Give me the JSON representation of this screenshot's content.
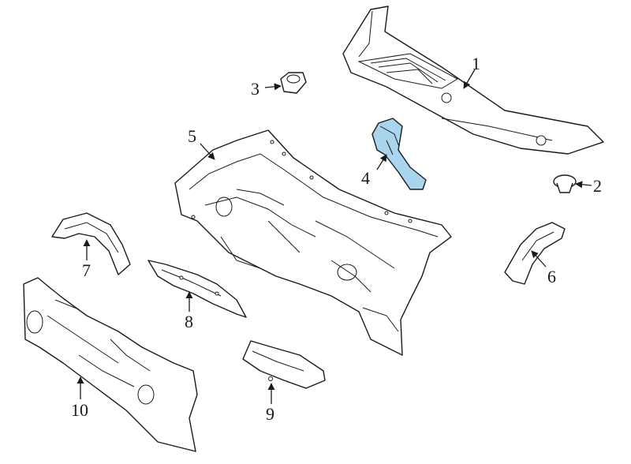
{
  "diagram": {
    "highlight_color": "#a9d6ee",
    "line_color": "#1a1a1a",
    "callouts": {
      "c1": "1",
      "c2": "2",
      "c3": "3",
      "c4": "4",
      "c5": "5",
      "c6": "6",
      "c7": "7",
      "c8": "8",
      "c9": "9",
      "c10": "10"
    },
    "highlighted_part": "4"
  }
}
